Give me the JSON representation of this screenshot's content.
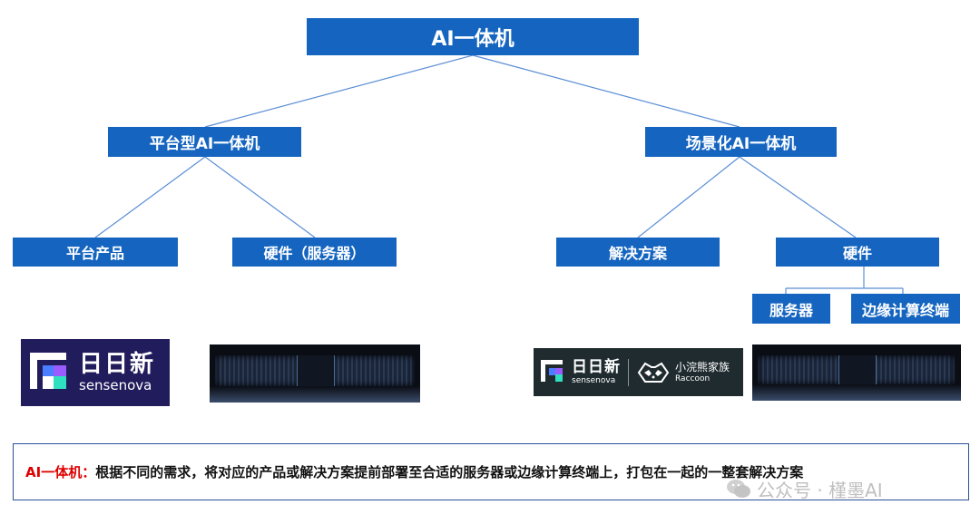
{
  "diagram": {
    "root": "AI一体机",
    "platform": {
      "label": "平台型AI一体机",
      "children": [
        "平台产品",
        "硬件（服务器）"
      ]
    },
    "scenario": {
      "label": "场景化AI一体机",
      "children": [
        "解决方案",
        "硬件"
      ],
      "hardware_children": [
        "服务器",
        "边缘计算终端"
      ]
    },
    "node_color": "#1565C0",
    "line_color": "#5b8ed6"
  },
  "logos": {
    "sensenova_big": {
      "title": "日日新",
      "subtitle": "sensenova",
      "bg": "#211c5c"
    },
    "combo": {
      "left_title": "日日新",
      "left_subtitle": "sensenova",
      "right_title": "小浣熊家族",
      "right_subtitle": "Raccoon",
      "bg": "#1f2b2f"
    }
  },
  "caption": {
    "term": "AI一体机",
    "colon": "：",
    "text": "根据不同的需求，将对应的产品或解决方案提前部署至合适的服务器或边缘计算终端上，打包在一起的一整套解决方案",
    "term_color": "#e00000",
    "border_color": "#2a4f9a"
  },
  "watermark": {
    "text": "公众号 · 槿墨AI"
  }
}
